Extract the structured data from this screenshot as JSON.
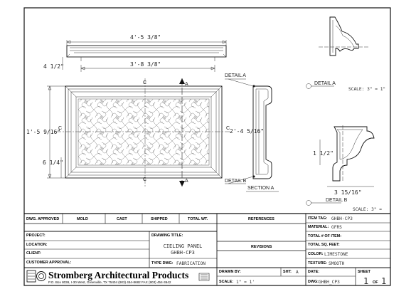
{
  "drawing": {
    "top_width": "4'-5 3/8\"",
    "top_inner_width": "3'-8 3/8\"",
    "top_height": "4 1/2\"",
    "front_height": "1'-5 9/16\"",
    "front_width": "2'-4 5/16\"",
    "front_side": "6 1/4\"",
    "section_label": "SECTION A",
    "detail_a_callout": "DETAIL A",
    "detail_b_callout": "DETAIL B",
    "detail_a_title": "DETAIL A",
    "detail_a_scale": "SCALE: 3\" = 1\"",
    "detail_b_height": "1 1/2\"",
    "detail_b_width": "3 15/16\"",
    "detail_b_title": "DETAIL B",
    "detail_b_scale": "SCALE: 3\" =",
    "marker_a": "A",
    "cl_mark": "C"
  },
  "title_block": {
    "approvals_headers": [
      "DWG. APPROVED",
      "MOLD",
      "CAST",
      "SHIPPED",
      "TOTAL WT."
    ],
    "references_label": "REFERENCES",
    "revisions_label": "REVISIONS",
    "project_label": "PROJECT:",
    "location_label": "LOCATION:",
    "client_label": "CLIENT:",
    "customer_approval_label": "CUSTOMER APPROVAL:",
    "drawing_title_label": "DRAWING TITLE:",
    "drawing_title_line1": "CIELING PANEL",
    "drawing_title_line2": "GHBH-CP3",
    "type_dwg_label": "TYPE DWG:",
    "type_dwg_value": "FABRICATION",
    "item_tag_label": "ITEM TAG:",
    "item_tag_value": "GHBH-CP3",
    "material_label": "MATERIAL:",
    "material_value": "GFRS",
    "total_items_label": "TOTAL # OF ITEM:",
    "total_sqft_label": "TOTAL SQ. FEET:",
    "color_label": "COLOR:",
    "color_value": "LIMESTONE",
    "texture_label": "TEXTURE:",
    "texture_value": "SMOOTH",
    "drawn_by_label": "DRAWN BY:",
    "sht_label": "SHT:",
    "sht_value": "A",
    "scale_label": "SCALE:",
    "scale_value": "1\" = 1'",
    "date_label": "DATE:",
    "dwg_label": "DWG:",
    "dwg_value": "GHBH_CP3",
    "sheet_label": "SHEET",
    "sheet_num": "1",
    "sheet_of": "OF",
    "sheet_total": "1",
    "company_name": "Stromberg Architectural Products",
    "company_address": "P.O. Box 8036, I-30 West, Greenville, TX 75404  (903) 454-8682  FAX (903) 454-3642"
  }
}
